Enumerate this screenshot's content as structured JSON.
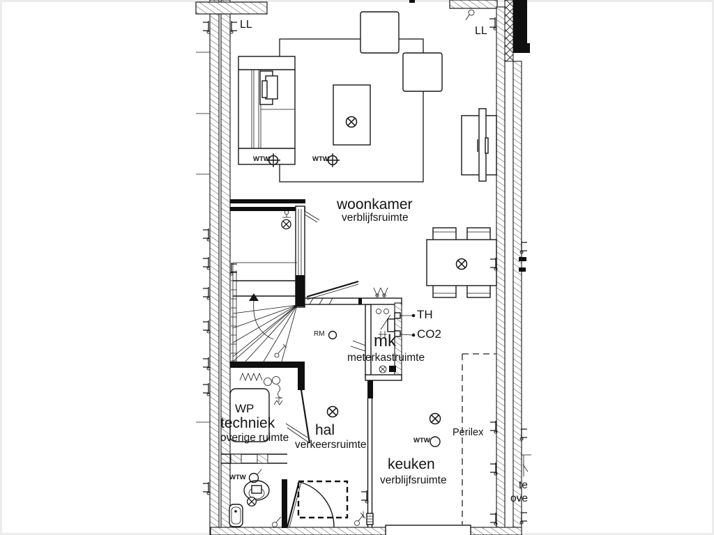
{
  "plan": {
    "rooms": [
      {
        "key": "woonkamer",
        "title": "woonkamer",
        "subtitle": "verblijfsruimte"
      },
      {
        "key": "meterkast",
        "title": "mk",
        "subtitle": "meterkastruimte"
      },
      {
        "key": "techniek",
        "title": "techniek",
        "subtitle": "overige ruimte"
      },
      {
        "key": "hal",
        "title": "hal",
        "subtitle": "verkeersruimte"
      },
      {
        "key": "keuken",
        "title": "keuken",
        "subtitle": "verblijfsruimte"
      },
      {
        "key": "buurunit",
        "title": "te",
        "subtitle": "ove"
      }
    ],
    "annotations": {
      "ll_left": "LL",
      "ll_right": "LL",
      "th": "TH",
      "co2": "CO2",
      "rm": "RM",
      "wp": "WP",
      "perilex": "Perilex",
      "wtw": "WTW"
    },
    "symbols": [
      {
        "name": "ceiling-light-icon",
        "meaning": "lamp point (circle with X)"
      },
      {
        "name": "ventilation-supply-icon",
        "meaning": "WTW supply valve (circle with cross)"
      },
      {
        "name": "ventilation-extract-icon",
        "meaning": "WTW extract valve (plain circle)"
      },
      {
        "name": "smoke-detector-icon",
        "meaning": "RM rookmelder (circle)"
      },
      {
        "name": "socket-icon",
        "meaning": "wall socket / switch"
      },
      {
        "name": "thermostat-icon",
        "meaning": "TH thermostat"
      },
      {
        "name": "co2-sensor-icon",
        "meaning": "CO2 sensor"
      },
      {
        "name": "heat-pump-unit",
        "meaning": "WP warmtepomp"
      }
    ],
    "colors": {
      "line": "#161616",
      "background": "#ffffff",
      "hatch": "#555555"
    }
  }
}
